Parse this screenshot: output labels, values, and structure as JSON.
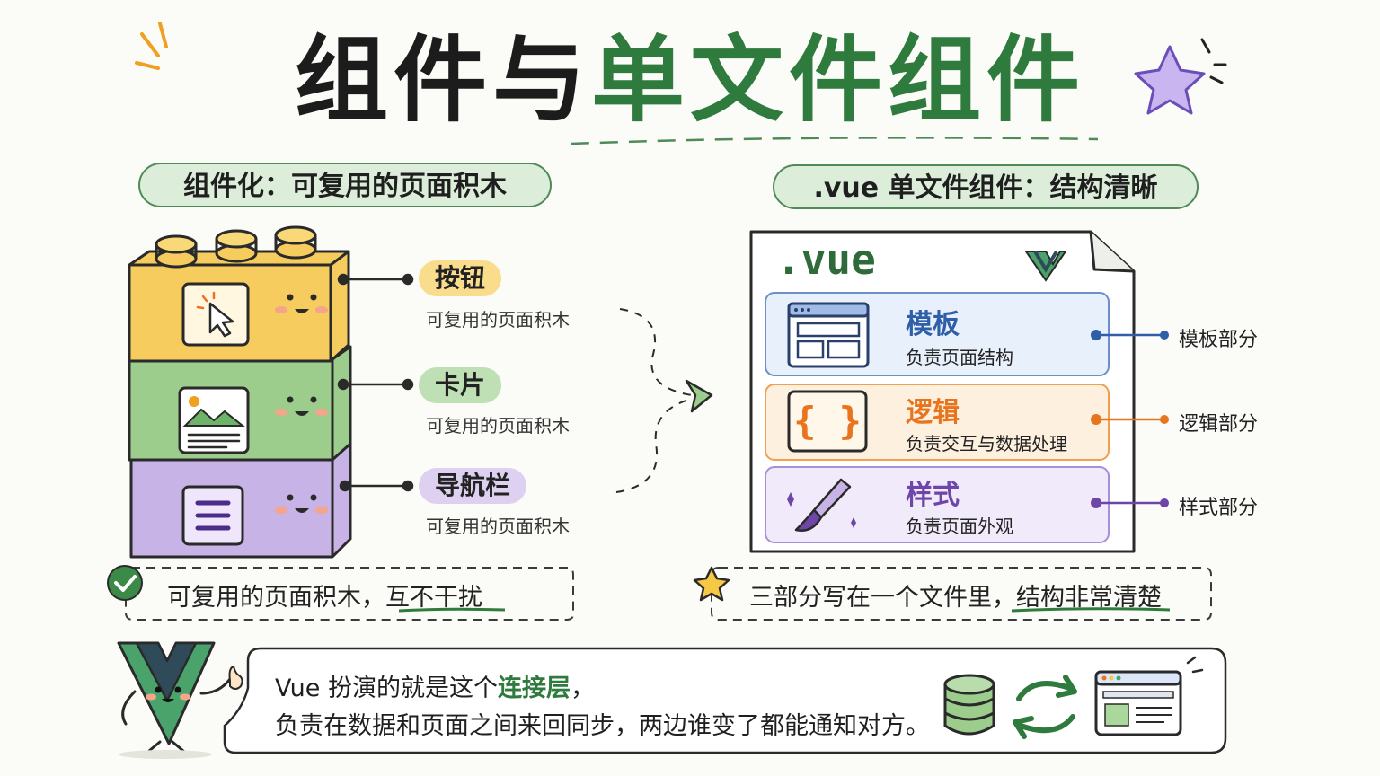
{
  "title": {
    "part1": "组件与",
    "part2": "单文件组件"
  },
  "left_section": {
    "header": "组件化：可复用的页面积木",
    "components": [
      {
        "tag": "按钮",
        "desc": "可复用的页面积木"
      },
      {
        "tag": "卡片",
        "desc": "可复用的页面积木"
      },
      {
        "tag": "导航栏",
        "desc": "可复用的页面积木"
      }
    ],
    "note": {
      "prefix": "可复用的页面积木，",
      "emphasis": "互不干扰"
    }
  },
  "right_section": {
    "header": ".vue 单文件组件：结构清晰",
    "file_ext": ".vue",
    "sections": [
      {
        "title": "模板",
        "desc": "负责页面结构",
        "label": "模板部分",
        "color": "#2f5fa8"
      },
      {
        "title": "逻辑",
        "desc": "负责交互与数据处理",
        "label": "逻辑部分",
        "color": "#e8741e"
      },
      {
        "title": "样式",
        "desc": "负责页面外观",
        "label": "样式部分",
        "color": "#6e46a8"
      }
    ],
    "note": {
      "prefix": "三部分写在一个文件里，",
      "emphasis": "结构非常清楚"
    }
  },
  "bottom": {
    "line1_prefix": "Vue 扮演的就是这个",
    "line1_highlight": "连接层",
    "line1_suffix": "，",
    "line2": "负责在数据和页面之间来回同步，两边谁变了都能通知对方。"
  },
  "colors": {
    "brand_green": "#2f7a3d",
    "block_yellow": "#f6cc5e",
    "block_green": "#9ccd8c",
    "block_purple": "#c8b3e6",
    "template_blue": "#2f5fa8",
    "logic_orange": "#e8741e",
    "style_purple": "#6e46a8"
  },
  "icons": [
    "cursor-icon",
    "image-icon",
    "menu-icon",
    "vue-logo-icon",
    "layout-icon",
    "braces-icon",
    "brush-icon",
    "check-icon",
    "star-icon",
    "database-icon",
    "sync-icon",
    "browser-window-icon"
  ]
}
